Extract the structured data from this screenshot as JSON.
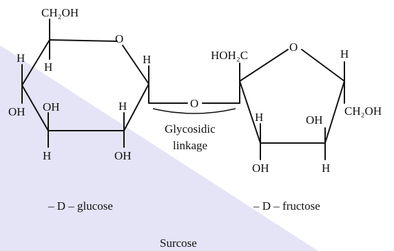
{
  "colors": {
    "background": "#ffffff",
    "ink": "#111111",
    "wedge": "#e4e4f6"
  },
  "glucose": {
    "ch2oh_top": "CH₂OH",
    "ring_o": "O",
    "h_left_upper": "H",
    "h_left_mid": "H",
    "h_right_top": "H",
    "oh_left": "OH",
    "oh_inner": "OH",
    "h_bottom_left": "H",
    "h_inner_right": "H",
    "oh_bottom": "OH",
    "name": "– D – glucose"
  },
  "bridge": {
    "o": "O",
    "label_line1": "Glycosidic",
    "label_line2": "linkage"
  },
  "fructose": {
    "hoh2c": "HOH₂C",
    "ring_o": "O",
    "h_top_right": "H",
    "ch2oh_right": "CH₂OH",
    "h_left": "H",
    "oh_right": "OH",
    "oh_bottom": "OH",
    "h_bottom": "H",
    "name": "– D – fructose"
  },
  "caption": "Surcose"
}
